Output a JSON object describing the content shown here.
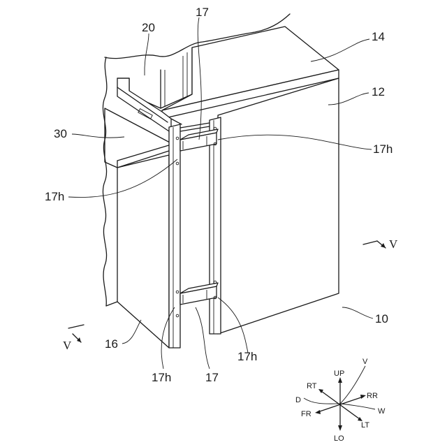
{
  "labels": {
    "n20": "20",
    "n17_top": "17",
    "n14": "14",
    "n12": "12",
    "n30": "30",
    "n17h_right_top": "17h",
    "n17h_left": "17h",
    "n10": "10",
    "n16": "16",
    "n17h_bottom_left": "17h",
    "n17_bottom": "17",
    "n17h_bottom_right": "17h",
    "section_v_right": "V",
    "section_v_left": "V"
  },
  "compass": {
    "v": "V",
    "up": "UP",
    "rt": "RT",
    "rr": "RR",
    "d": "D",
    "fr": "FR",
    "w": "W",
    "lt": "LT",
    "lo": "LO"
  }
}
